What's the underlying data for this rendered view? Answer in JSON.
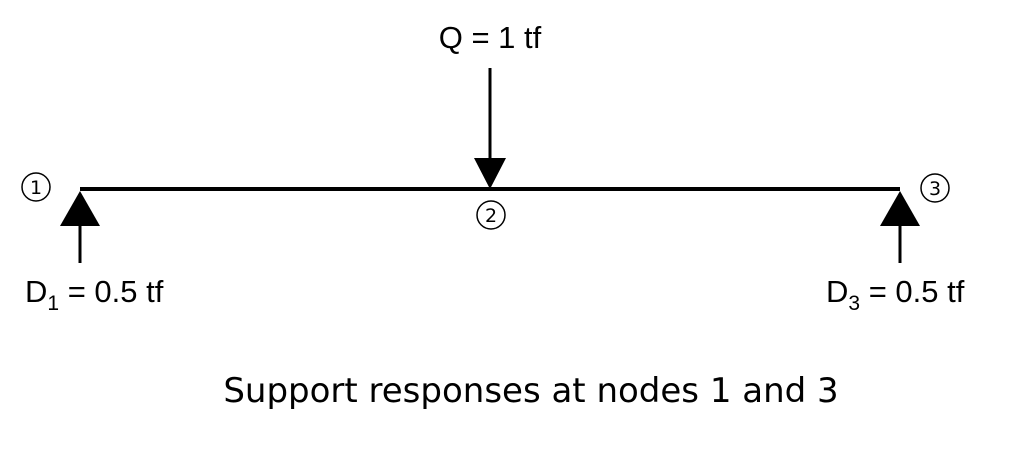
{
  "load": {
    "symbol": "Q",
    "value_text": "Q = 1 tf"
  },
  "nodes": [
    {
      "number": "1"
    },
    {
      "number": "2"
    },
    {
      "number": "3"
    }
  ],
  "reactions": [
    {
      "symbol": "D",
      "subscript": "1",
      "value_text": " = 0.5 tf"
    },
    {
      "symbol": "D",
      "subscript": "3",
      "value_text": " = 0.5 tf"
    }
  ],
  "caption": "Support responses at nodes 1 and 3",
  "colors": {
    "line": "#000000",
    "background": "#ffffff"
  }
}
